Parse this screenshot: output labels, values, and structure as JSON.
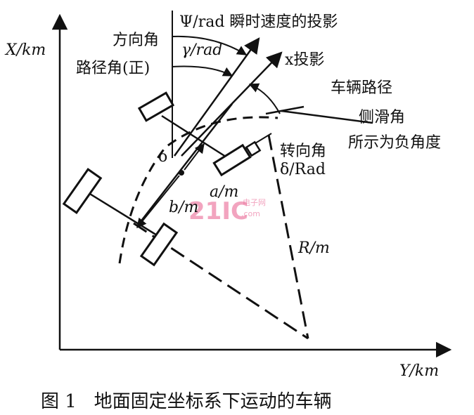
{
  "diagram": {
    "axis_x_label": "X/km",
    "axis_y_label": "Y/km",
    "origin_label": "o",
    "psi_label": "Ψ/rad 瞬时速度的投影",
    "heading_angle_label": "方向角",
    "path_angle_label": "路径角(正)",
    "gamma_label": "γ/rad",
    "x_projection_label": "x投影",
    "vehicle_path_label": "车辆路径",
    "slip_angle_label": "侧滑角",
    "slip_angle_note": "所示为负角度",
    "steer_angle_label": "转向角",
    "delta_label": "δ/Rad",
    "a_label": "a/m",
    "b_label": "b/m",
    "r_label": "R/m",
    "watermark_main": "21IC",
    "watermark_sub": "电子网",
    "watermark_domain": ".com"
  },
  "caption": "图 1   地面固定坐标系下运动的车辆"
}
